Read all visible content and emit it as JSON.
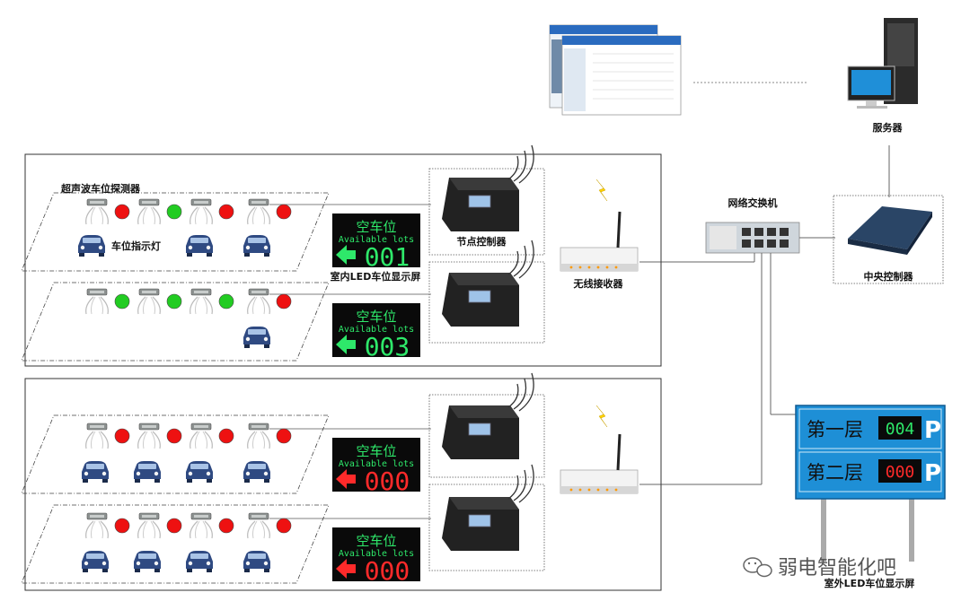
{
  "labels": {
    "server": "服务器",
    "central_controller": "中央控制器",
    "network_switch": "网络交换机",
    "wireless_receiver": "无线接收器",
    "node_controller": "节点控制器",
    "ultrasonic_detector": "超声波车位探测器",
    "indicator_light": "车位指示灯",
    "indoor_led": "室内LED车位显示屏",
    "outdoor_led": "室外LED车位显示屏"
  },
  "led_screens": [
    {
      "title": "空车位",
      "subtitle": "Available lots",
      "number": "001",
      "status": "green"
    },
    {
      "title": "空车位",
      "subtitle": "Available lots",
      "number": "003",
      "status": "green"
    },
    {
      "title": "空车位",
      "subtitle": "Available lots",
      "number": "000",
      "status": "red"
    },
    {
      "title": "空车位",
      "subtitle": "Available lots",
      "number": "000",
      "status": "red"
    }
  ],
  "outdoor_sign": {
    "rows": [
      {
        "floor": "第一层",
        "number": "004",
        "status": "green",
        "p": "P"
      },
      {
        "floor": "第二层",
        "number": "000",
        "status": "red",
        "p": "P"
      }
    ]
  },
  "lanes": [
    {
      "lights": [
        "red",
        "green",
        "red",
        "red"
      ]
    },
    {
      "lights": [
        "green",
        "green",
        "green",
        "red"
      ]
    },
    {
      "lights": [
        "red",
        "red",
        "red",
        "red"
      ]
    },
    {
      "lights": [
        "red",
        "red",
        "red",
        "red"
      ]
    }
  ],
  "watermark": "弱电智能化吧",
  "colors": {
    "green": "#22cc22",
    "red": "#ee1111",
    "led_green": "#2ee86a",
    "led_red": "#ff2a2a",
    "sign_blue": "#1e8fd6",
    "car": "#2f4a82"
  }
}
